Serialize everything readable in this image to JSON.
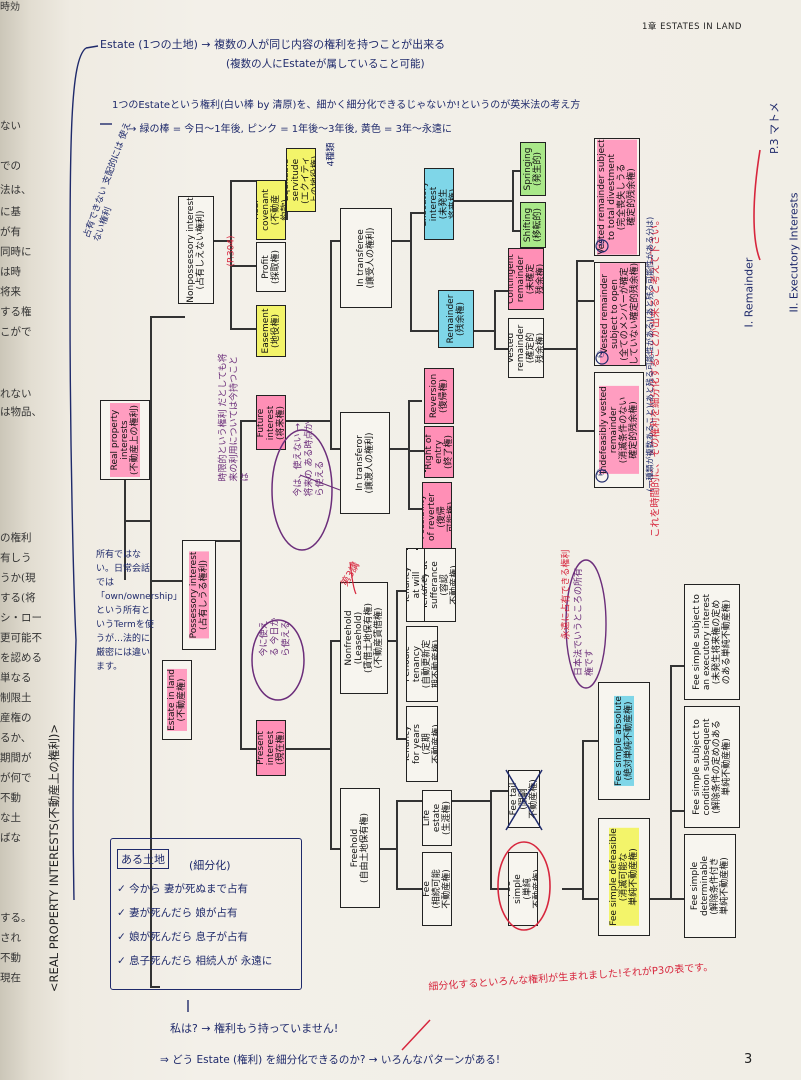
{
  "header": {
    "chapter": "1章 ESTATES IN LAND",
    "page_number": "3",
    "top_left_fragment": "時効"
  },
  "left_margin": [
    "ない",
    "での",
    "法は、",
    "に基",
    "が有",
    "同時に",
    "は時",
    "将来",
    "する権",
    "こがで",
    "れない",
    "は物品、",
    "の権利",
    "有しう",
    "うか(現",
    "する(将",
    "シ・ロー",
    "更可能不",
    "を認める",
    "単なる",
    "制限土",
    "産権の",
    "るか、",
    "期間が",
    "が何で",
    "不動",
    "な土",
    "ばな",
    "する。",
    "され",
    "不動",
    "現在"
  ],
  "side_title": "<REAL PROPERTY INTERESTS(不動産上の権利)>",
  "boxes": {
    "real_property": "Real property\ninterests\n(不動産上の権利)",
    "estate_in_land": "Estate in land\n(不動産権)",
    "possessory": "Possessory interest\n(占有しうる権利)",
    "nonpossessory": "Nonpossessory interest\n(占有しえない権利)",
    "easement": "Easement\n(地役権)",
    "profit": "Profit\n(採取権)",
    "real_covenant": "Real\ncovenant\n(不動産\n約款)",
    "equitable_servitude": "Equitable\nservitude\n(エクイティ\n上の地役権)",
    "present": "Present\ninterest\n(現在権)",
    "future": "Future\ninterest\n(将来権)",
    "in_transferor": "In transferor\n(譲渡人の権利)",
    "in_transferee": "In transferee\n(譲受人の権利)",
    "possibility_reverter": "Possibility\nof reverter\n(復帰\n可能権)",
    "right_of_entry": "Right of\nentry\n(終了権)",
    "reversion": "Reversion\n(復帰権)",
    "remainder": "Remainder\n(残余権)",
    "executory": "Executory\ninterest\n(未発生\n将来権)",
    "shifting": "Shifting\n(移転的)",
    "springing": "Springing\n(発生的)",
    "vested_remainder": "Vested\nremainder\n(確定的\n残余権)",
    "contingent_remainder": "Contingent\nremainder\n(未確定\n残余権)",
    "indefeasibly": "Indefeasibly vested\nremainder\n(消滅条件のない\n確定的残余権)",
    "vested_open": "Vested remainder\nsubject to open\n(全てのメンバーが確定\nしていない確定的残余権)",
    "vested_divest": "Vested remainder subject\nto total divestment\n(完全喪失しうる\n確定的残余権)",
    "freehold": "Freehold\n(自由土地保有権)",
    "nonfreehold": "Nonfreehold\n(Leasehold)\n(賃借土地保有権)\n(不動産賃借権)",
    "tenancy_years": "Tenancy\nfor years\n(定期\n不動産権)",
    "periodic": "Periodic\ntenancy\n(自動更新定\n期不動産権)",
    "at_will": "Tenancy\nat will\n(任意\n不動産権)",
    "at_sufferance": "Tenancy at\nsufferance\n(容認\n不動産権)",
    "fee": "Fee\n(相続可能\n不動産権)",
    "life_estate": "Life\nestate\n(生涯権)",
    "fee_tail": "Fee tail\n(限嗣\n不動産権)",
    "fee_simple": "Fee\nsimple\n(単純\n不動産権)",
    "fsa": "Fee simple absolute\n(絶対単純不動産権)",
    "fsd": "Fee simple defeasible\n(消滅可能な\n単純不動産権)",
    "fs_determinable": "Fee simple\ndeterminable\n(解除条件付き\n単純不動産権)",
    "fs_condition": "Fee simple subject to\ncondition subsequent\n(解除条件の定めのある\n単純不動産権)",
    "fs_executory": "Fee simple subject to\nan executory interest\n(未発生将来権の定め\nのある単純不動産権)"
  },
  "notes": {
    "n1": "Estate (1つの土地) → 複数の人が同じ内容の権利を持つことが出来る",
    "n2": "(複数の人にEstateが属していること可能)",
    "n3": "1つのEstateという権利(白い棒 by 清原)を、細かく細分化できるじゃないか!というのが英米法の考え方",
    "n4": "→ 緑の棒 = 今日〜1年後, ピンク = 1年後〜3年後, 黄色 = 3年〜永遠に",
    "n5": "所有ではない。日常会話では「own/ownership」という所有というTermを使うが…法的に厳密には違います。",
    "n6": "今に使える 今日から使える",
    "n7": "今は、使えない → 将来の ある時点から使える",
    "n8": "時限的という権利 だとしても将来の利用については今持つことは",
    "n9": "日本法でいうところの所有権です",
    "n10": "永遠に占有できる権利",
    "n11": "これを時間的に、その権利を細分化することが出来る と考えて下さい。",
    "n12": "(一種類が複数あること)(あと残る可能性がある)(あと残る可能性がある分は)",
    "n13": "細分化するといろんな権利が生まれました!それがP3の表です。",
    "n14": "私は? → 権利もう持っていません!",
    "n15": "⇒ どう Estate (権利) を細分化できるのか? → いろんなパターンがある!",
    "n16": "占有できない 支配的には 使えない権利",
    "n17": "(P.304)",
    "n18": "4種類",
    "n19": "第3講",
    "n20": "I. Remainder",
    "n21": "II. Executory Interests",
    "n22": "P.3 マトメ",
    "n23": "占有(区内)",
    "n24": "あとに残る"
  },
  "example_box": {
    "title": "ある土地",
    "subtitle": "(細分化)",
    "items": [
      "✓ 今から 妻が死ぬまで占有",
      "✓ 妻が死んだら 娘が占有",
      "✓ 娘が死んだら 息子が占有",
      "✓ 息子死んだら 相続人が 永遠に"
    ]
  },
  "circle_labels": {
    "one": "①",
    "two": "②",
    "three": "③"
  }
}
